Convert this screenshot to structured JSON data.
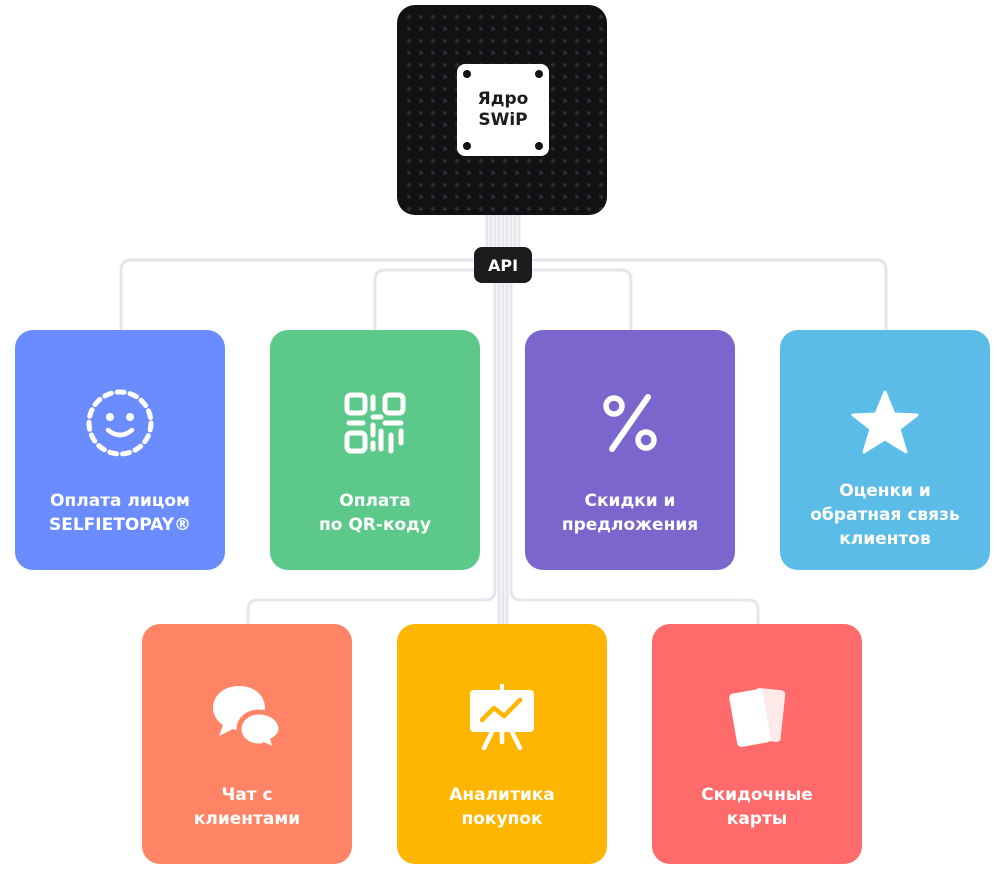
{
  "core": {
    "line1": "Ядро",
    "line2": "SWiP"
  },
  "api_label": "API",
  "colors": {
    "face": "#6a8cff",
    "qr": "#5cc98a",
    "discount": "#7a66cc",
    "rating": "#5bbce8",
    "chat": "#ff8466",
    "analytics": "#ffb600",
    "cards": "#ff6b6b",
    "wire": "#e3e6ec"
  },
  "cards": [
    {
      "id": "face",
      "icon": "dashed-smile-icon",
      "lines": [
        "Оплата лицом",
        "SELFIETOPAY®"
      ]
    },
    {
      "id": "qr",
      "icon": "qr-code-icon",
      "lines": [
        "Оплата",
        "по QR-коду"
      ]
    },
    {
      "id": "discount",
      "icon": "percent-icon",
      "lines": [
        "Скидки и",
        "предложения"
      ]
    },
    {
      "id": "rating",
      "icon": "star-icon",
      "lines": [
        "Оценки и",
        "обратная связь",
        "клиентов"
      ]
    },
    {
      "id": "chat",
      "icon": "chat-bubbles-icon",
      "lines": [
        "Чат с",
        "клиентами"
      ]
    },
    {
      "id": "analytics",
      "icon": "presentation-chart-icon",
      "lines": [
        "Аналитика",
        "покупок"
      ]
    },
    {
      "id": "cards",
      "icon": "cards-icon",
      "lines": [
        "Скидочные",
        "карты"
      ]
    }
  ]
}
